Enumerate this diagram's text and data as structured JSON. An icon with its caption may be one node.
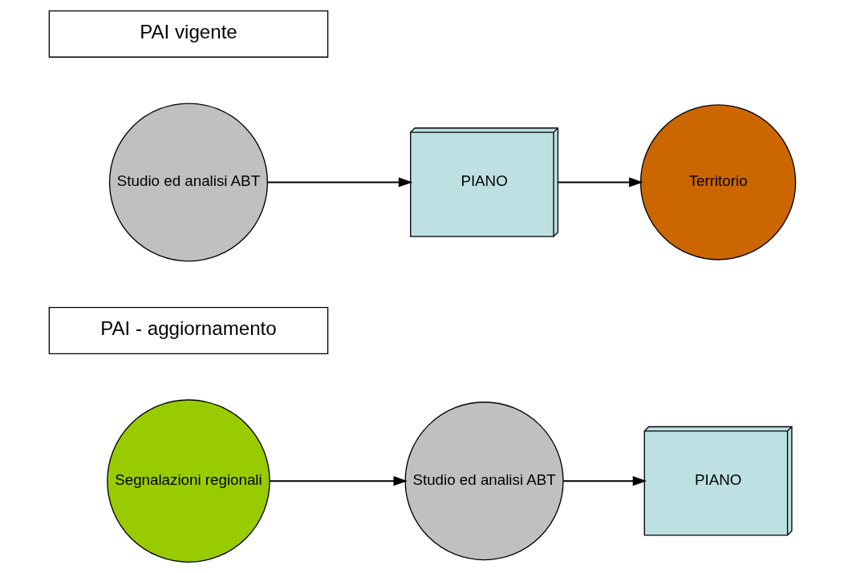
{
  "diagram": {
    "nodes": [
      {
        "text": [
          "PAI vigente"
        ]
      },
      {
        "text": [
          "Studio ed analisi ABT"
        ]
      },
      {
        "text": [
          "PIANO"
        ]
      },
      {
        "text": [
          "Territorio"
        ]
      },
      {
        "text": [
          "PAI - aggiornamento"
        ]
      },
      {
        "text": [
          "Segnalazioni regionali"
        ]
      },
      {
        "text": [
          "Studio ed analisi ABT"
        ]
      },
      {
        "text": [
          "PIANO"
        ]
      }
    ],
    "edges": [
      {
        "from": 1,
        "to": 2,
        "arrow": "to"
      },
      {
        "from": 2,
        "to": 3,
        "arrow": "to"
      },
      {
        "from": 5,
        "to": 6,
        "arrow": "to"
      },
      {
        "from": 6,
        "to": 7,
        "arrow": "to"
      }
    ]
  }
}
